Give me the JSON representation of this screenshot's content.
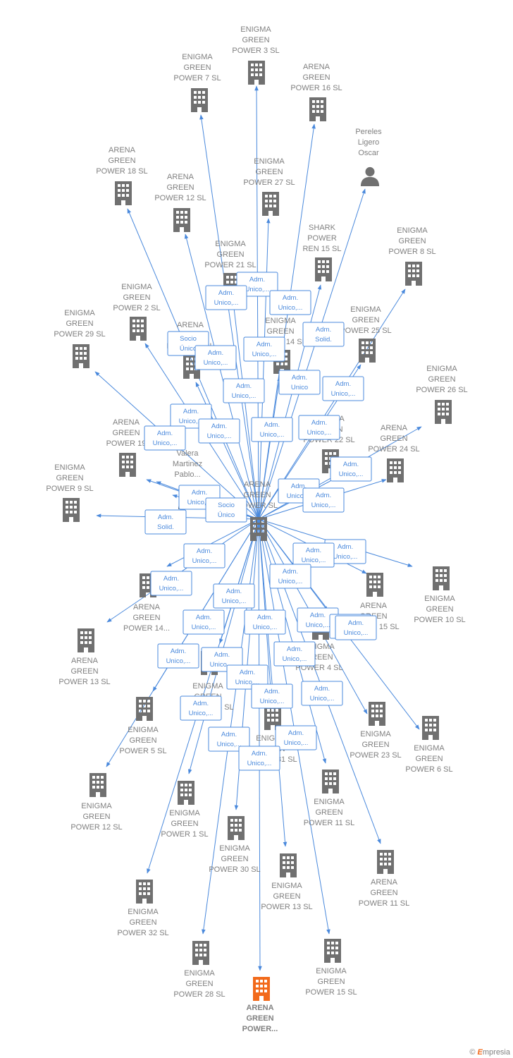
{
  "colors": {
    "edge": "#4a89dc",
    "node": "#707070",
    "highlight": "#f26a1b",
    "label": "#808080"
  },
  "credit": {
    "symbol": "©",
    "brand_initial": "E",
    "brand_rest": "mpresia"
  },
  "center": {
    "label": [
      "ARENA",
      "GREEN",
      "POWER  SL"
    ],
    "icon": "building-icon"
  },
  "nodes": [
    {
      "id": "eg3",
      "label": [
        "ENIGMA",
        "GREEN",
        "POWER 3  SL"
      ],
      "icon": "building-icon"
    },
    {
      "id": "eg7",
      "label": [
        "ENIGMA",
        "GREEN",
        "POWER 7  SL"
      ],
      "icon": "building-icon"
    },
    {
      "id": "ag16",
      "label": [
        "ARENA",
        "GREEN",
        "POWER 16  SL"
      ],
      "icon": "building-icon"
    },
    {
      "id": "pereles",
      "label": [
        "Pereles",
        "Ligero",
        "Oscar"
      ],
      "icon": "person-icon"
    },
    {
      "id": "ag18",
      "label": [
        "ARENA",
        "GREEN",
        "POWER 18  SL"
      ],
      "icon": "building-icon"
    },
    {
      "id": "ag12",
      "label": [
        "ARENA",
        "GREEN",
        "POWER 12  SL"
      ],
      "icon": "building-icon"
    },
    {
      "id": "eg27",
      "label": [
        "ENIGMA",
        "GREEN",
        "POWER 27  SL"
      ],
      "icon": "building-icon"
    },
    {
      "id": "shark",
      "label": [
        "SHARK",
        "POWER",
        "REN 15  SL"
      ],
      "icon": "building-icon"
    },
    {
      "id": "eg8",
      "label": [
        "ENIGMA",
        "GREEN",
        "POWER 8  SL"
      ],
      "icon": "building-icon"
    },
    {
      "id": "eg21",
      "label": [
        "ENIGMA",
        "GREEN",
        "POWER 21  SL"
      ],
      "icon": "building-icon"
    },
    {
      "id": "eg2",
      "label": [
        "ENIGMA",
        "GREEN",
        "POWER 2  SL"
      ],
      "icon": "building-icon"
    },
    {
      "id": "eg29",
      "label": [
        "ENIGMA",
        "GREEN",
        "POWER 29  SL"
      ],
      "icon": "building-icon"
    },
    {
      "id": "ag7",
      "label": [
        "ARENA",
        "GREEN",
        "POWER 7  SL"
      ],
      "icon": "building-icon"
    },
    {
      "id": "eg14",
      "label": [
        "ENIGMA",
        "GREEN",
        "POWER 14  SL"
      ],
      "icon": "building-icon"
    },
    {
      "id": "eg25",
      "label": [
        "ENIGMA",
        "GREEN",
        "POWER 25  SL"
      ],
      "icon": "building-icon"
    },
    {
      "id": "eg26",
      "label": [
        "ENIGMA",
        "GREEN",
        "POWER 26  SL"
      ],
      "icon": "building-icon"
    },
    {
      "id": "ag19",
      "label": [
        "ARENA",
        "GREEN",
        "POWER 19"
      ],
      "icon": "building-icon"
    },
    {
      "id": "eg22",
      "label": [
        "ENIGMA",
        "GREEN",
        "POWER 22  SL"
      ],
      "icon": "building-icon"
    },
    {
      "id": "ag24",
      "label": [
        "ARENA",
        "GREEN",
        "POWER 24  SL"
      ],
      "icon": "building-icon"
    },
    {
      "id": "valera",
      "label": [
        "Valera",
        "Martinez",
        "Pablo..."
      ],
      "icon": "person-icon"
    },
    {
      "id": "eg9",
      "label": [
        "ENIGMA",
        "GREEN",
        "POWER 9  SL"
      ],
      "icon": "building-icon"
    },
    {
      "id": "eg10",
      "label": [
        "ENIGMA",
        "GREEN",
        "POWER 10  SL"
      ],
      "icon": "building-icon"
    },
    {
      "id": "ag15",
      "label": [
        "ARENA",
        "GREEN",
        "POWER 15  SL"
      ],
      "icon": "building-icon"
    },
    {
      "id": "ag14",
      "label": [
        "ARENA",
        "GREEN",
        "POWER 14..."
      ],
      "icon": "building-icon"
    },
    {
      "id": "ag13",
      "label": [
        "ARENA",
        "GREEN",
        "POWER 13  SL"
      ],
      "icon": "building-icon"
    },
    {
      "id": "eg4",
      "label": [
        "ENIGMA",
        "GREEN",
        "POWER 4  SL"
      ],
      "icon": "building-icon"
    },
    {
      "id": "eg18",
      "label": [
        "ENIGMA",
        "GREEN",
        "POWER 18  SL"
      ],
      "icon": "building-icon"
    },
    {
      "id": "eg5",
      "label": [
        "ENIGMA",
        "GREEN",
        "POWER 5  SL"
      ],
      "icon": "building-icon"
    },
    {
      "id": "eg31",
      "label": [
        "ENIGMA",
        "GREEN",
        "POWER 31  SL"
      ],
      "icon": "building-icon"
    },
    {
      "id": "eg23",
      "label": [
        "ENIGMA",
        "GREEN",
        "POWER 23  SL"
      ],
      "icon": "building-icon"
    },
    {
      "id": "eg6",
      "label": [
        "ENIGMA",
        "GREEN",
        "POWER 6  SL"
      ],
      "icon": "building-icon"
    },
    {
      "id": "eg12",
      "label": [
        "ENIGMA",
        "GREEN",
        "POWER 12  SL"
      ],
      "icon": "building-icon"
    },
    {
      "id": "eg1",
      "label": [
        "ENIGMA",
        "GREEN",
        "POWER 1  SL"
      ],
      "icon": "building-icon"
    },
    {
      "id": "eg11",
      "label": [
        "ENIGMA",
        "GREEN",
        "POWER 11  SL"
      ],
      "icon": "building-icon"
    },
    {
      "id": "eg30",
      "label": [
        "ENIGMA",
        "GREEN",
        "POWER 30  SL"
      ],
      "icon": "building-icon"
    },
    {
      "id": "ag11",
      "label": [
        "ARENA",
        "GREEN",
        "POWER 11  SL"
      ],
      "icon": "building-icon"
    },
    {
      "id": "eg13",
      "label": [
        "ENIGMA",
        "GREEN",
        "POWER 13  SL"
      ],
      "icon": "building-icon"
    },
    {
      "id": "eg32",
      "label": [
        "ENIGMA",
        "GREEN",
        "POWER 32  SL"
      ],
      "icon": "building-icon"
    },
    {
      "id": "eg28",
      "label": [
        "ENIGMA",
        "GREEN",
        "POWER 28  SL"
      ],
      "icon": "building-icon"
    },
    {
      "id": "eg15",
      "label": [
        "ENIGMA",
        "GREEN",
        "POWER 15  SL"
      ],
      "icon": "building-icon"
    },
    {
      "id": "highlight",
      "label": [
        "ARENA",
        "GREEN",
        "POWER..."
      ],
      "icon": "building-icon",
      "highlight": true
    }
  ],
  "relations": [
    {
      "to": "eg3",
      "label": [
        "Adm.",
        "Unico,..."
      ]
    },
    {
      "to": "eg7",
      "label": [
        "Adm.",
        "Unico,..."
      ]
    },
    {
      "to": "ag16",
      "label": [
        "Adm.",
        "Unico,..."
      ]
    },
    {
      "to": "pereles",
      "label": [
        "Adm.",
        "Solid."
      ]
    },
    {
      "to": "ag18",
      "label": [
        "Socio",
        "Único"
      ]
    },
    {
      "to": "ag12",
      "label": [
        "Adm.",
        "Unico,..."
      ]
    },
    {
      "to": "eg27",
      "label": [
        "Adm.",
        "Unico,..."
      ]
    },
    {
      "to": "shark",
      "label": [
        "Adm.",
        "Unico"
      ]
    },
    {
      "to": "eg8",
      "label": [
        "Adm.",
        "Unico,..."
      ]
    },
    {
      "to": "eg21",
      "label": [
        "Adm.",
        "Unico,..."
      ]
    },
    {
      "to": "eg2",
      "label": [
        "Adm.",
        "Unico,..."
      ]
    },
    {
      "to": "eg29",
      "label": [
        "Adm.",
        "Unico,..."
      ]
    },
    {
      "to": "ag7",
      "label": [
        "Adm.",
        "Unico,..."
      ]
    },
    {
      "to": "eg14",
      "label": [
        "Adm.",
        "Unico,..."
      ]
    },
    {
      "to": "eg25",
      "label": [
        "Adm.",
        "Unico,..."
      ]
    },
    {
      "to": "eg26",
      "label": [
        "Adm.",
        "Unico,..."
      ]
    },
    {
      "to": "ag19",
      "label": [
        "Adm.",
        "Unico,..."
      ]
    },
    {
      "to": "eg22",
      "label": [
        "Adm.",
        "Unico,..."
      ]
    },
    {
      "to": "ag24",
      "label": [
        "Adm.",
        "Unico,..."
      ]
    },
    {
      "to": "valera",
      "label": [
        "Socio",
        "Único"
      ]
    },
    {
      "to": "valera",
      "label": [
        "Adm.",
        "Solid."
      ]
    },
    {
      "to": "eg9",
      "label": [
        "Adm.",
        "Unico,..."
      ]
    },
    {
      "to": "eg10",
      "label": [
        "Adm.",
        "Unico,..."
      ]
    },
    {
      "to": "ag15",
      "label": [
        "Adm.",
        "Unico,..."
      ]
    },
    {
      "to": "ag14",
      "label": [
        "Adm.",
        "Unico,..."
      ]
    },
    {
      "to": "ag13",
      "label": [
        "Adm.",
        "Unico,..."
      ]
    },
    {
      "to": "eg4",
      "label": [
        "Adm.",
        "Unico,..."
      ]
    },
    {
      "to": "eg18",
      "label": [
        "Adm.",
        "Unico,..."
      ]
    },
    {
      "to": "eg5",
      "label": [
        "Adm.",
        "Unico,..."
      ]
    },
    {
      "to": "eg31",
      "label": [
        "Adm.",
        "Unico,..."
      ]
    },
    {
      "to": "eg23",
      "label": [
        "Adm.",
        "Unico,..."
      ]
    },
    {
      "to": "eg6",
      "label": [
        "Adm.",
        "Unico,..."
      ]
    },
    {
      "to": "eg12",
      "label": [
        "Adm.",
        "Unico,..."
      ]
    },
    {
      "to": "eg1",
      "label": [
        "Adm.",
        "Unico,..."
      ]
    },
    {
      "to": "eg11",
      "label": [
        "Adm.",
        "Unico,..."
      ]
    },
    {
      "to": "eg30",
      "label": [
        "Adm.",
        "Unico,..."
      ]
    },
    {
      "to": "ag11",
      "label": [
        "Adm.",
        "Unico,..."
      ]
    },
    {
      "to": "eg13",
      "label": [
        "Adm.",
        "Unico,..."
      ]
    },
    {
      "to": "eg32",
      "label": [
        "Adm.",
        "Unico,..."
      ]
    },
    {
      "to": "eg28",
      "label": [
        "Adm.",
        "Unico,..."
      ]
    },
    {
      "to": "eg15",
      "label": [
        "Adm.",
        "Unico,..."
      ]
    },
    {
      "to": "highlight",
      "label": [
        "Adm.",
        "Unico,..."
      ]
    }
  ]
}
